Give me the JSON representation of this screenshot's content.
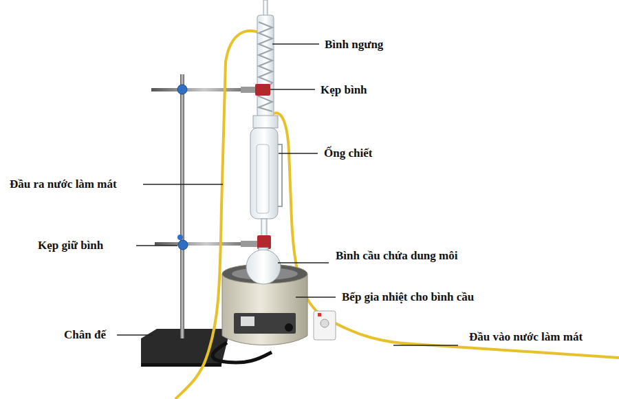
{
  "diagram": {
    "labels": [
      "Bình ngưng",
      "Kẹp bình",
      "Ống chiết",
      "Đầu ra nước làm mát",
      "Kẹp giữ bình",
      "Bình cầu chứa dung môi",
      "Bếp gia nhiệt cho bình cầu",
      "Chân đế",
      "Đầu vào nước làm mát"
    ]
  }
}
